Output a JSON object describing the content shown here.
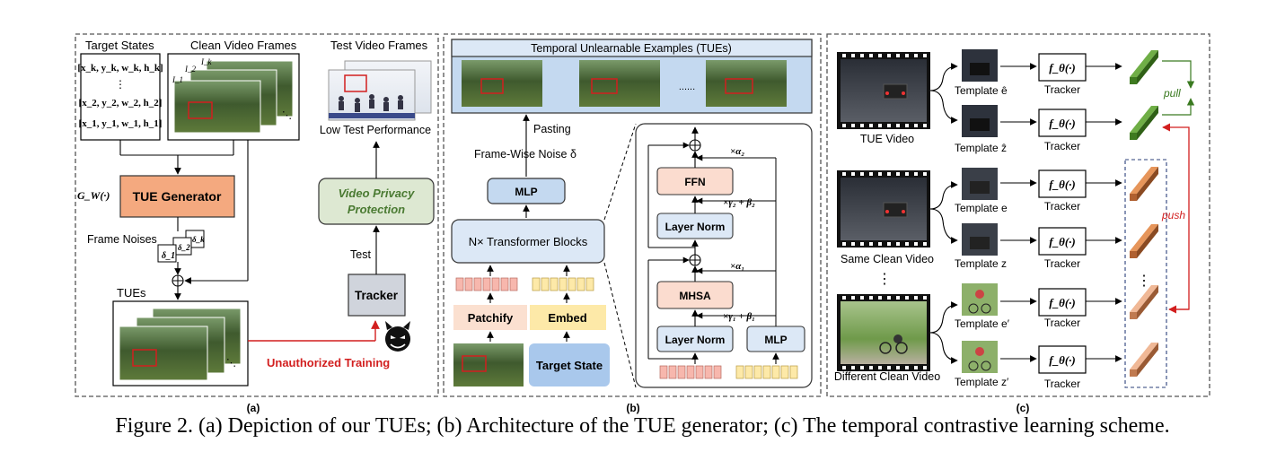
{
  "panel_a": {
    "target_states_title": "Target States",
    "clean_frames_title": "Clean Video Frames",
    "test_frames_title": "Test Video Frames",
    "states": [
      "[x_k, y_k, w_k, h_k]",
      "⋮",
      "[x_2, y_2, w_2, h_2]",
      "[x_1, y_1, w_1, h_1]"
    ],
    "frame_labels": [
      "I_k",
      "I_2",
      "I_1"
    ],
    "generator_symbol": "G_W(·)",
    "generator_label": "TUE Generator",
    "frame_noises_label": "Frame Noises",
    "noise_labels": [
      "δ_k",
      "δ_2",
      "δ_1"
    ],
    "tues_label": "TUEs",
    "low_perf_label": "Low Test Performance",
    "privacy_label": "Video Privacy Protection",
    "test_label": "Test",
    "tracker_label": "Tracker",
    "unauthorized_label": "Unauthorized Training",
    "panel_tag": "(a)"
  },
  "panel_b": {
    "tues_header": "Temporal Unlearnable Examples (TUEs)",
    "ellipsis": "......",
    "pasting_label": "Pasting",
    "frame_noise_label": "Frame-Wise Noise δ",
    "mlp_label": "MLP",
    "transformer_label": "N× Transformer Blocks",
    "patchify_label": "Patchify",
    "embed_label": "Embed",
    "target_state_label": "Target State",
    "ffn_label": "FFN",
    "layer_norm_label": "Layer Norm",
    "mhsa_label": "MHSA",
    "inner_mlp_label": "MLP",
    "alpha2": "×α₂",
    "gamma2": "×γ₂ + β₂",
    "alpha1": "×α₁",
    "gamma1": "×γ₁ + β₁",
    "panel_tag": "(b)"
  },
  "panel_c": {
    "videos": [
      "TUE Video",
      "Same Clean Video",
      "Different Clean Video"
    ],
    "vertical_dots": "⋮",
    "templates": [
      "Template ê",
      "Template ẑ",
      "Template e",
      "Template z",
      "Template e′",
      "Template z′"
    ],
    "function_label": "f_θ(·)",
    "tracker_label": "Tracker",
    "pull_label": "pull",
    "push_label": "push",
    "panel_tag": "(c)"
  },
  "caption": "Figure 2. (a) Depiction of our TUEs; (b) Architecture of the TUE generator; (c) The temporal contrastive learning scheme.",
  "colors": {
    "generator": "#f4a97f",
    "privacy": "#dde8d2",
    "privacy_text": "#4a7a32",
    "tracker": "#d0d4dc",
    "blue_box": "#c4d9f0",
    "patchify": "#fbe0d0",
    "embed": "#fde9a8",
    "target_state": "#a9c8ec",
    "ffn": "#fbdccf",
    "green_feat": "#4e8a2e",
    "orange_feat": "#c87a44",
    "red": "#d21f1f",
    "pull_green": "#3a7a20"
  }
}
